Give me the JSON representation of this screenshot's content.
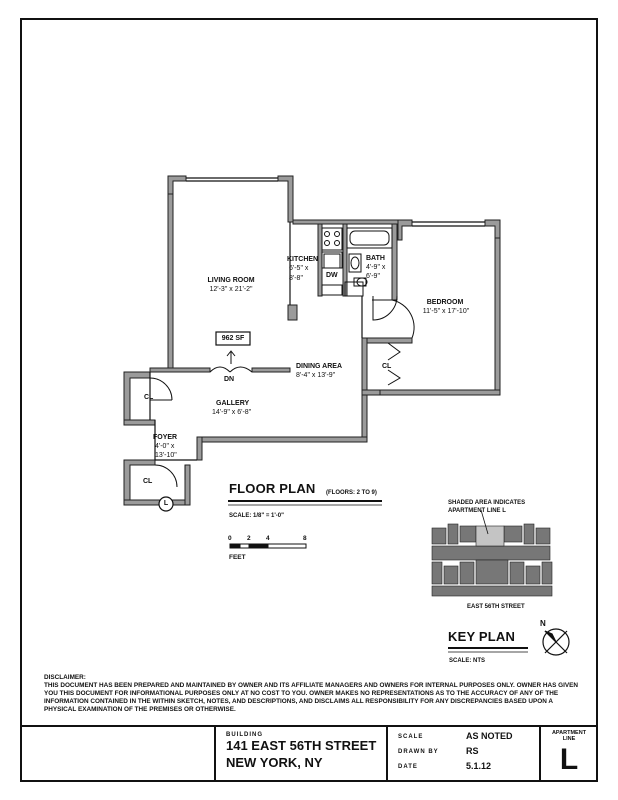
{
  "rooms": {
    "living_room": {
      "name": "LIVING ROOM",
      "dims": "12'-3\" x 21'-2\""
    },
    "kitchen": {
      "name": "KITCHEN",
      "dims_1": "6'-5\" x",
      "dims_2": "8'-8\""
    },
    "bath": {
      "name": "BATH",
      "dims_1": "4'-9\" x",
      "dims_2": "6'-9\""
    },
    "bedroom": {
      "name": "BEDROOM",
      "dims": "11'-5\" x 17'-10\""
    },
    "dining_area": {
      "name": "DINING AREA",
      "dims": "8'-4\" x 13'-9\""
    },
    "gallery": {
      "name": "GALLERY",
      "dims": "14'-9\" x 6'-8\""
    },
    "foyer": {
      "name": "FOYER",
      "dims_1": "4'-0\" x",
      "dims_2": "13'-10\""
    },
    "closet_label": "CL",
    "dishwasher_label": "DW",
    "down_label": "DN",
    "area_label": "962 SF",
    "line_marker": "L"
  },
  "floor_plan": {
    "title": "FLOOR PLAN",
    "floors": "(FLOORS: 2 TO 9)",
    "scale": "SCALE: 1/8\" = 1'-0\"",
    "scale_ticks": [
      "0",
      "2",
      "4",
      "8"
    ],
    "scale_unit": "FEET"
  },
  "key_plan": {
    "shaded_note_1": "SHADED AREA INDICATES",
    "shaded_note_2": "APARTMENT LINE L",
    "street": "EAST 56TH STREET",
    "title": "KEY PLAN",
    "scale": "SCALE: NTS",
    "north": "N"
  },
  "disclaimer": {
    "heading": "DISCLAIMER:",
    "body": "THIS DOCUMENT HAS BEEN PREPARED AND MAINTAINED BY OWNER AND ITS AFFILIATE MANAGERS AND OWNERS FOR INTERNAL PURPOSES ONLY. OWNER HAS GIVEN YOU THIS DOCUMENT FOR INFORMATIONAL PURPOSES ONLY AT NO COST TO YOU. OWNER MAKES NO REPRESENTATIONS AS TO THE ACCURACY OF ANY OF THE INFORMATION CONTAINED IN THE WITHIN SKETCH, NOTES, AND DESCRIPTIONS, AND DISCLAIMS ALL RESPONSIBILITY FOR ANY DISCREPANCIES BASED UPON A PHYSICAL EXAMINATION OF THE PREMISES OR OTHERWISE."
  },
  "title_block": {
    "building_label": "BUILDING",
    "address_line_1": "141 EAST 56TH STREET",
    "address_line_2": "NEW YORK,  NY",
    "scale_label": "SCALE",
    "scale_value": "AS NOTED",
    "drawn_by_label": "DRAWN BY",
    "drawn_by_value": "RS",
    "date_label": "DATE",
    "date_value": "5.1.12",
    "apartment_line_label_1": "APARTMENT",
    "apartment_line_label_2": "LINE",
    "apartment_line_value": "L"
  }
}
